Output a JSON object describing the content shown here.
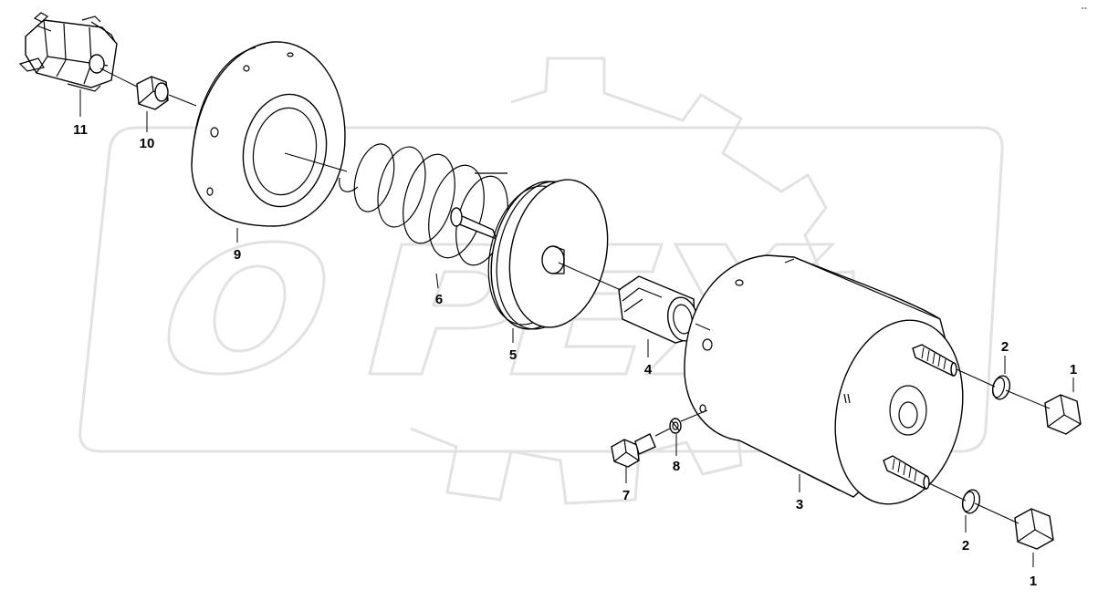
{
  "watermark": {
    "text": "OPEX",
    "color": "#e2e2e2"
  },
  "corner_mark": "e-s",
  "callouts": [
    {
      "id": "1a",
      "label": "1"
    },
    {
      "id": "1b",
      "label": "1"
    },
    {
      "id": "2a",
      "label": "2"
    },
    {
      "id": "2b",
      "label": "2"
    },
    {
      "id": "3",
      "label": "3"
    },
    {
      "id": "4",
      "label": "4"
    },
    {
      "id": "5",
      "label": "5"
    },
    {
      "id": "6",
      "label": "6"
    },
    {
      "id": "7",
      "label": "7"
    },
    {
      "id": "8",
      "label": "8"
    },
    {
      "id": "9",
      "label": "9"
    },
    {
      "id": "10",
      "label": "10"
    },
    {
      "id": "11",
      "label": "11"
    }
  ]
}
